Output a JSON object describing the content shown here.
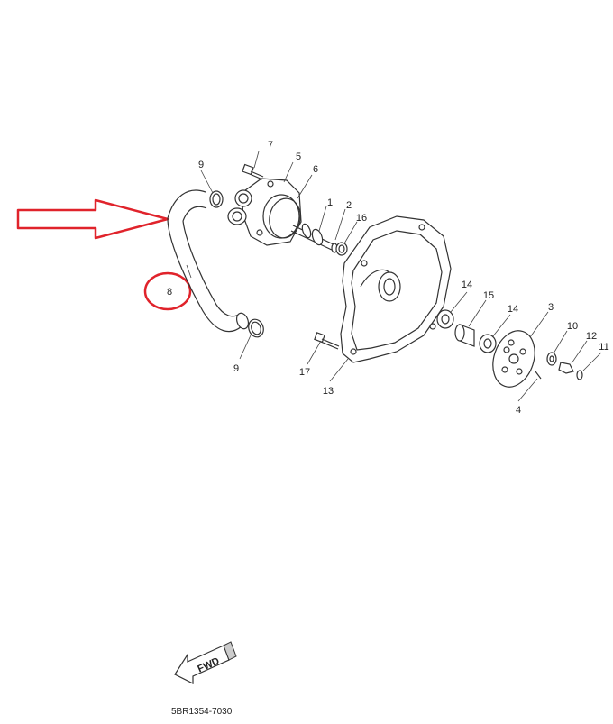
{
  "colors": {
    "highlight": "#e0232b",
    "line": "#333333",
    "background": "#ffffff"
  },
  "labels": {
    "p1": "1",
    "p2": "2",
    "p3": "3",
    "p4": "4",
    "p5": "5",
    "p6": "6",
    "p7": "7",
    "p8": "8",
    "p9a": "9",
    "p9b": "9",
    "p10": "10",
    "p11": "11",
    "p12": "12",
    "p13": "13",
    "p14a": "14",
    "p14b": "14",
    "p15": "15",
    "p16": "16",
    "p17": "17"
  },
  "fwd_label": "FWD",
  "diagram_code": "5BR1354-7030"
}
